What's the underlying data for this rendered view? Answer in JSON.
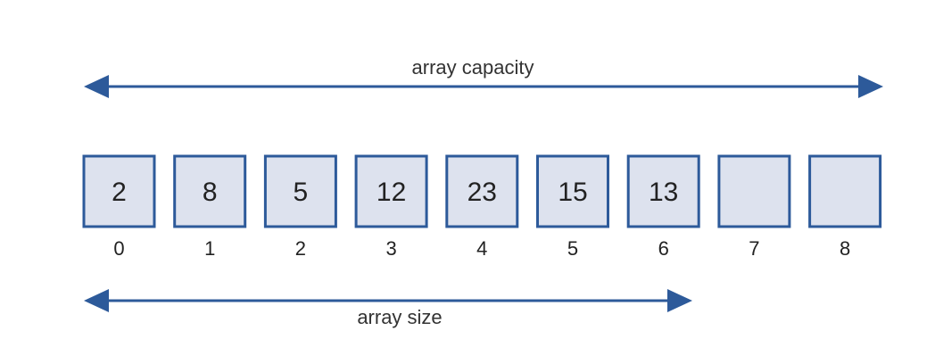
{
  "capacity_label": "array capacity",
  "size_label": "array size",
  "arrow_color": "#2d5a9a",
  "cell_fill": "#dde2ee",
  "cells": [
    {
      "index": "0",
      "value": "2"
    },
    {
      "index": "1",
      "value": "8"
    },
    {
      "index": "2",
      "value": "5"
    },
    {
      "index": "3",
      "value": "12"
    },
    {
      "index": "4",
      "value": "23"
    },
    {
      "index": "5",
      "value": "15"
    },
    {
      "index": "6",
      "value": "13"
    },
    {
      "index": "7",
      "value": ""
    },
    {
      "index": "8",
      "value": ""
    }
  ]
}
